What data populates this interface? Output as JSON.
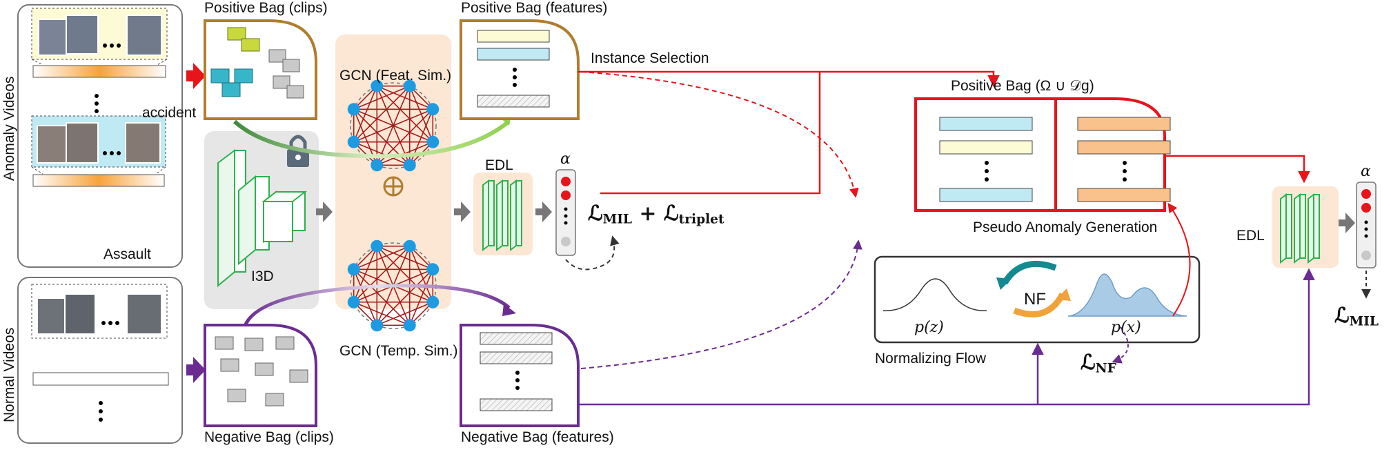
{
  "labels": {
    "anomaly_videos": "Anomaly Videos",
    "normal_videos": "Normal Videos",
    "accident": "accident",
    "assault": "Assault",
    "positive_bag_clips": "Positive Bag (clips)",
    "positive_bag_features": "Positive Bag (features)",
    "negative_bag_clips": "Negative Bag (clips)",
    "negative_bag_features": "Negative Bag (features)",
    "gcn_feat": "GCN (Feat. Sim.)",
    "gcn_temp": "GCN (Temp. Sim.)",
    "i3d": "I3D",
    "edl": "EDL",
    "edl_right": "EDL",
    "instance_selection": "Instance Selection",
    "positive_bag_union": "Positive Bag (Ω ∪ 𝒟g)",
    "pseudo_anomaly_generation": "Pseudo Anomaly Generation",
    "normalizing_flow": "Normalizing Flow",
    "nf": "NF",
    "pz": "p(z)",
    "px": "p(x)",
    "alpha": "α",
    "alpha_right": "α",
    "loss_mil": "MIL",
    "loss_triplet": "triplet",
    "loss_nf": "NF",
    "loss_mil_right": "MIL",
    "loss_symbol": "ℒ",
    "plus": "+",
    "oplus": "⊕",
    "ellipsis": "• • •"
  },
  "colors": {
    "anomaly_arrow": "#e8141b",
    "normal_arrow": "#6a2c91",
    "positive_border": "#b07d2e",
    "negative_border": "#6a2c91",
    "union_border": "#e8141b",
    "gcn_bg": "#fbe7d4",
    "gcn_node": "#1e9be0",
    "gcn_edge": "#a51c1c",
    "i3d_bg": "#e6e6e6",
    "i3d_stroke": "#2bb24c",
    "feature_yellow": "#fdfbd6",
    "feature_cyan": "#bfeaf4",
    "feature_orange": "#f9c18b",
    "green_curve": "#8fd14f"
  },
  "icons": [
    "lock-icon",
    "oplus-icon",
    "right-arrow-icon",
    "gcn-graph-icon",
    "video-clip-icon",
    "feature-bar-icon",
    "nf-cycle-icon"
  ]
}
